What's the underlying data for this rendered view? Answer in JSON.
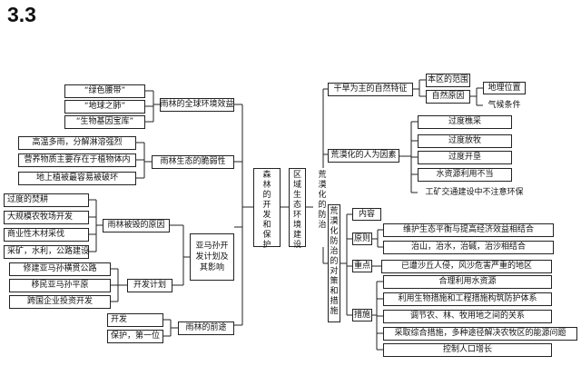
{
  "title": "3.3",
  "center": {
    "forest": "森林的开发和保护",
    "regional": "区域生态环境建设",
    "desert": "荒漠化的防治"
  },
  "left": {
    "importance": {
      "label": "雨林的全球环境效益",
      "items": [
        "“绿色腰带”",
        "“地球之肺”",
        "“生物基因宝库”"
      ]
    },
    "fragility": {
      "label": "雨林生态的脆弱性",
      "items": [
        "高温多雨，分解淋溶强烈",
        "营养物质主要存在于植物体内",
        "地上植被最容易被破坏"
      ]
    },
    "destruction": {
      "label": "雨林被毁的原因",
      "items": [
        "过度的焚耕",
        "大规模农牧场开发",
        "商业性木材采伐",
        "采矿，水利，公路建设"
      ]
    },
    "amazon": {
      "label": "亚马孙开发计划及其影响",
      "plan_label": "开发计划",
      "items": [
        "修建亚马孙横贯公路",
        "移民亚马孙平原",
        "跨国企业投资开发"
      ]
    },
    "future": {
      "label": "雨林的前途",
      "items": [
        "开发",
        "保护，第一位"
      ]
    }
  },
  "right": {
    "natural": {
      "label": "干旱为主的自然特征",
      "scope": "本区的范围",
      "cause": "自然原因",
      "cause_items": [
        "地理位置",
        "气候条件"
      ]
    },
    "human": {
      "label": "荒漠化的人为因素",
      "items": [
        "过度樵采",
        "过度放牧",
        "过度开垦",
        "水资源利用不当",
        "工矿交通建设中不注意环保"
      ]
    },
    "measures": {
      "label": "荒漠化防治的对策和措施",
      "content_label": "内容",
      "principle_label": "原则",
      "principles": [
        "维护生态平衡与提高经济效益相结合",
        "治山，治水，治碱，治沙相结合"
      ],
      "focus_label": "重点",
      "focus": "已遭沙丘人侵，风沙危害严重的地区",
      "action_label": "措施",
      "actions": [
        "合理利用水资源",
        "利用生物措施和工程措施构筑防护体系",
        "调节农、林、牧用地之间的关系",
        "采取综合措施，多种途径解决农牧区的能源问题",
        "控制人口增长"
      ]
    }
  }
}
